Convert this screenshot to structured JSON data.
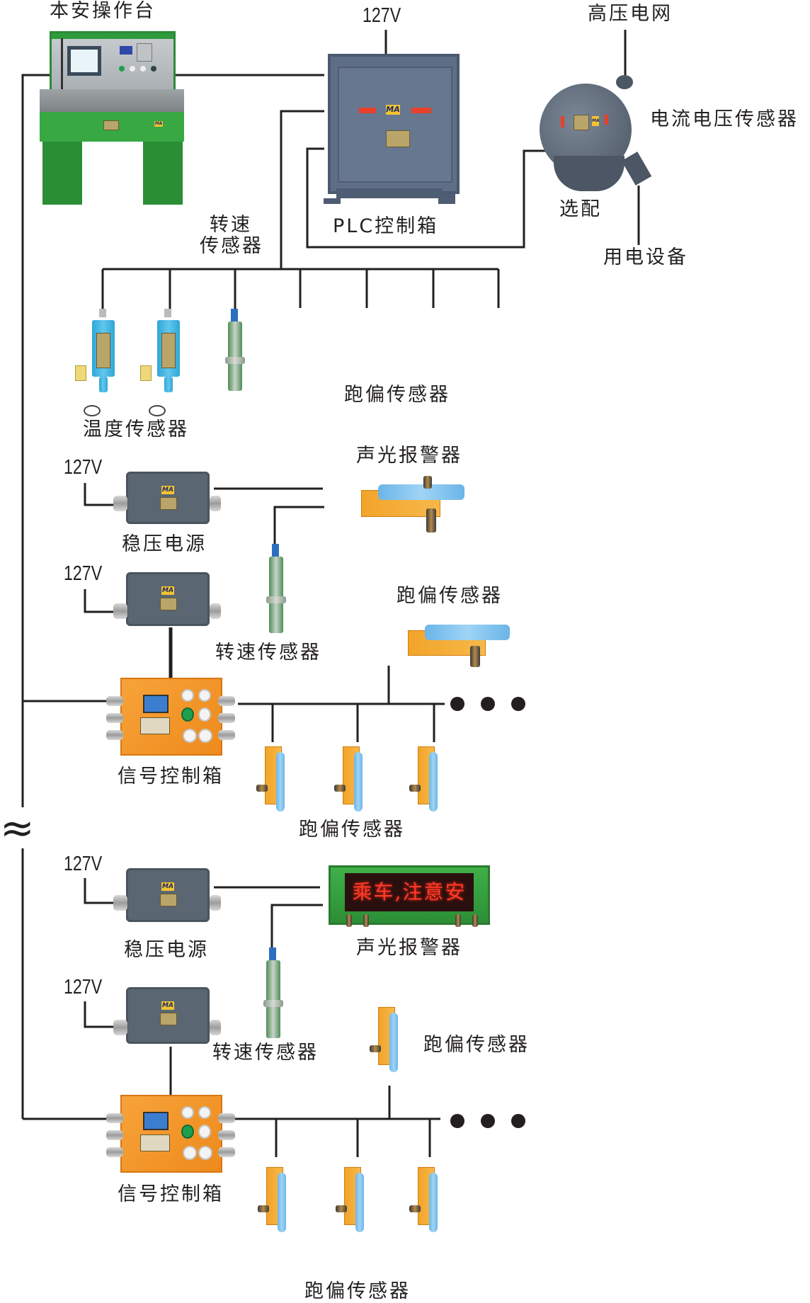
{
  "diagram": {
    "title": "",
    "top_section": {
      "console_label": "本安操作台",
      "plc_label": "PLC控制箱",
      "plc_supply_voltage": "127V",
      "grid_label": "高压电网",
      "cv_sensor_label": "电流电压传感器",
      "optional_label": "选配",
      "load_label": "用电设备",
      "speed_sensor_label_line1": "转速",
      "speed_sensor_label_line2": "传感器",
      "temp_sensor_label": "温度传感器",
      "deviation_sensor_label": "跑偏传感器"
    },
    "segment_1": {
      "psu1_voltage": "127V",
      "psu1_label": "稳压电源",
      "alarm_label": "声光报警器",
      "psu2_voltage": "127V",
      "speed_sensor_label": "转速传感器",
      "deviation_sensor_top_label": "跑偏传感器",
      "signal_box_label": "信号控制箱",
      "deviation_sensors_label": "跑偏传感器",
      "continuation": "• • •"
    },
    "break_symbol": "≈",
    "segment_2": {
      "psu1_voltage": "127V",
      "psu1_label": "稳压电源",
      "alarm_label": "声光报警器",
      "alarm_display_text": "乘车,注意安全!",
      "psu2_voltage": "127V",
      "speed_sensor_label": "转速传感器",
      "deviation_sensor_side_label": "跑偏传感器",
      "signal_box_label": "信号控制箱",
      "deviation_sensors_label": "跑偏传感器",
      "continuation": "• • •"
    },
    "colors": {
      "line": "#231f20",
      "console_green": "#37a842",
      "plc_blue_grey": "#5e6e86",
      "signal_box_orange": "#f29a2a",
      "temp_sensor_blue": "#3ab0e0",
      "led_red": "#ff3b2a"
    }
  }
}
